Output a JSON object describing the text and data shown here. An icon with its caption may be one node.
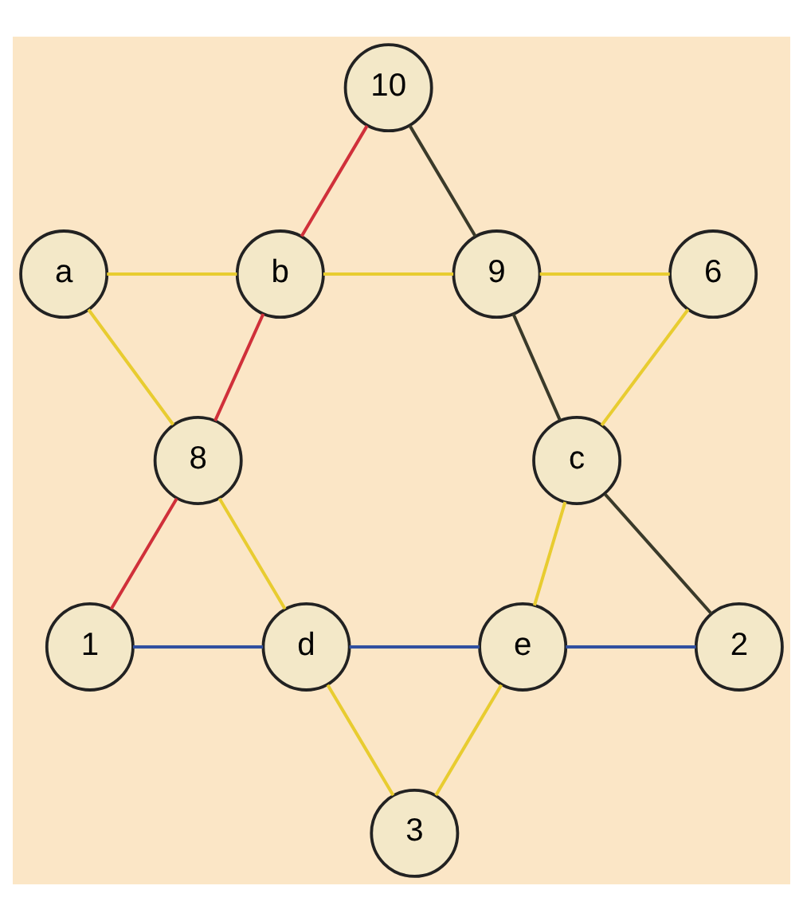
{
  "diagram": {
    "nodes": [
      {
        "text": [
          "10"
        ]
      },
      {
        "text": [
          "a"
        ]
      },
      {
        "text": [
          "b"
        ]
      },
      {
        "text": [
          "9"
        ]
      },
      {
        "text": [
          "6"
        ]
      },
      {
        "text": [
          "8"
        ]
      },
      {
        "text": [
          "c"
        ]
      },
      {
        "text": [
          "1"
        ]
      },
      {
        "text": [
          "d"
        ]
      },
      {
        "text": [
          "e"
        ]
      },
      {
        "text": [
          "2"
        ]
      },
      {
        "text": [
          "3"
        ]
      }
    ],
    "edges": [
      {
        "from": 0,
        "to": 2,
        "arrow": "none",
        "color": "#d0303a"
      },
      {
        "from": 0,
        "to": 3,
        "arrow": "none",
        "color": "#3a3a2a"
      },
      {
        "from": 1,
        "to": 2,
        "arrow": "none"
      },
      {
        "from": 2,
        "to": 3,
        "arrow": "none"
      },
      {
        "from": 3,
        "to": 4,
        "arrow": "none"
      },
      {
        "from": 1,
        "to": 5,
        "arrow": "none"
      },
      {
        "from": 2,
        "to": 5,
        "arrow": "none",
        "color": "#d0303a"
      },
      {
        "from": 3,
        "to": 6,
        "arrow": "none",
        "color": "#3a3a2a"
      },
      {
        "from": 4,
        "to": 6,
        "arrow": "none"
      },
      {
        "from": 5,
        "to": 7,
        "arrow": "none",
        "color": "#d0303a"
      },
      {
        "from": 5,
        "to": 8,
        "arrow": "none"
      },
      {
        "from": 6,
        "to": 9,
        "arrow": "none"
      },
      {
        "from": 6,
        "to": 10,
        "arrow": "none",
        "color": "#3a3a2a"
      },
      {
        "from": 7,
        "to": 8,
        "arrow": "none",
        "color": "#3050a0"
      },
      {
        "from": 8,
        "to": 9,
        "arrow": "none",
        "color": "#3050a0"
      },
      {
        "from": 9,
        "to": 10,
        "arrow": "none",
        "color": "#3050a0"
      },
      {
        "from": 8,
        "to": 11,
        "arrow": "none"
      },
      {
        "from": 9,
        "to": 11,
        "arrow": "none"
      }
    ]
  }
}
